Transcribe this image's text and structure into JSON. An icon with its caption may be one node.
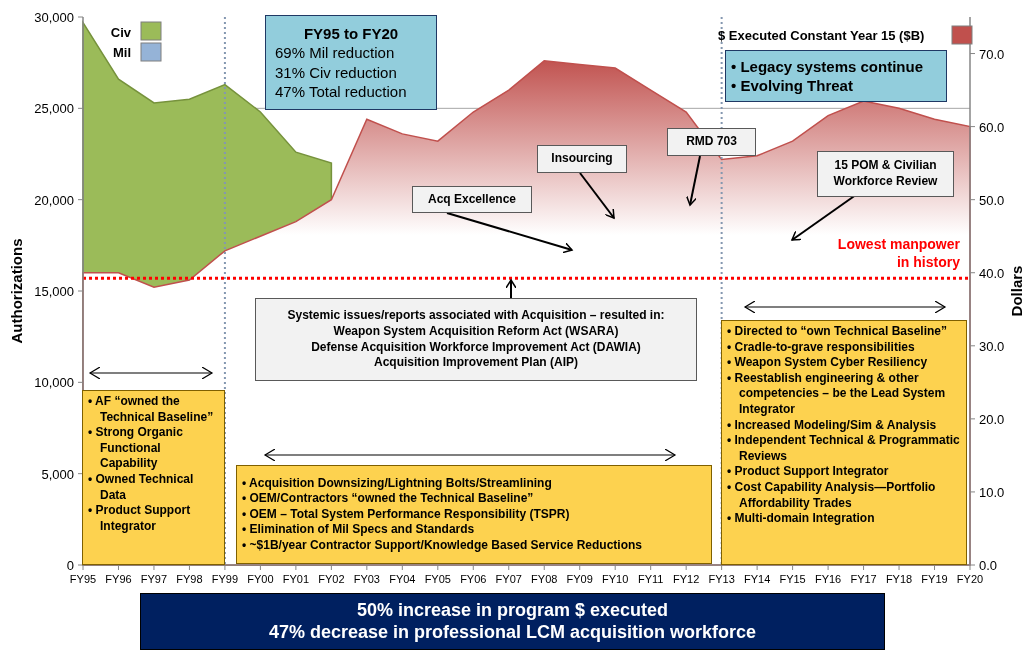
{
  "diagram": {
    "nodes": [
      {
        "text": [
          "FY95 to FY20",
          "69% Mil reduction",
          "31% Civ reduction",
          "47% Total reduction"
        ]
      },
      {
        "text": [
          "• Legacy systems continue",
          "• Evolving Threat"
        ]
      },
      {
        "text": [
          "Acq Excellence"
        ]
      },
      {
        "text": [
          "Insourcing"
        ]
      },
      {
        "text": [
          "RMD 703"
        ]
      },
      {
        "text": [
          "15 POM & Civilian Workforce Review"
        ]
      },
      {
        "text": [
          "Systemic issues/reports associated with Acquisition – resulted in:",
          "Weapon System Acquisition Reform Act (WSARA)",
          "Defense Acquisition Workforce Improvement Act (DAWIA)",
          "Acquisition Improvement Plan (AIP)"
        ]
      },
      {
        "text": [
          "• AF “owned the Technical Baseline”",
          "• Strong Organic Functional Capability",
          "• Owned Technical Data",
          "• Product Support Integrator"
        ]
      },
      {
        "text": [
          "• Acquisition Downsizing/Lightning Bolts/Streamlining",
          "• OEM/Contractors  “owned the Technical Baseline”",
          "• OEM – Total System Performance Responsibility (TSPR)",
          "• Elimination of Mil Specs and Standards",
          "• ~$1B/year Contractor Support/Knowledge Based Service Reductions"
        ]
      },
      {
        "text": [
          "• Directed to “own Technical Baseline”",
          "• Cradle-to-grave responsibilities",
          "• Weapon System Cyber Resiliency",
          "• Reestablish engineering & other competencies – be the Lead System Integrator",
          "• Increased Modeling/Sim & Analysis",
          "• Independent Technical & Programmatic Reviews",
          "• Product Support Integrator",
          "• Cost Capability Analysis—Portfolio Affordability Trades",
          "• Multi-domain Integration"
        ]
      },
      {
        "text": [
          "50% increase in program $ executed",
          "47% decrease in professional LCM acquisition workforce"
        ]
      }
    ],
    "edges": [
      {
        "from": 2,
        "to": null,
        "arrow": "to"
      },
      {
        "from": 3,
        "to": null,
        "arrow": "to"
      },
      {
        "from": 4,
        "to": null,
        "arrow": "to"
      },
      {
        "from": 5,
        "to": null,
        "arrow": "to"
      },
      {
        "from": 6,
        "to": null,
        "arrow": "to"
      }
    ],
    "legend": [
      {
        "text": "Mil",
        "color": "#95b3d7"
      }
    ],
    "chart_data": {
      "type": "area",
      "ylabel": "Authorizations",
      "categories": [
        "FY95",
        "FY96",
        "FY97",
        "FY98",
        "FY99",
        "FY00",
        "FY01",
        "FY02",
        "FY03",
        "FY04",
        "FY05",
        "FY06",
        "FY07",
        "FY08",
        "FY09",
        "FY10",
        "FY11",
        "FY12",
        "FY13",
        "FY14",
        "FY15",
        "FY16",
        "FY17",
        "FY18",
        "FY19",
        "FY20"
      ],
      "series": [
        {
          "name": "Civ",
          "color": "#9bbb59",
          "values": [
            29700,
            26600,
            25300,
            25500,
            26300,
            24800,
            22600,
            22000,
            null,
            null,
            null,
            null,
            null,
            null,
            null,
            null,
            null,
            null,
            null,
            null,
            null,
            null,
            null,
            null,
            null,
            null
          ]
        },
        {
          "name": "$ Executed Constant Year 15 ($B)",
          "color": "#c0504d",
          "axis": "y2",
          "values": [
            40,
            40,
            38,
            39,
            43,
            45,
            47,
            50,
            61,
            59,
            58,
            62,
            65,
            69,
            68.5,
            68,
            65,
            62,
            55.5,
            56,
            58,
            61.5,
            63.5,
            62.5,
            61,
            60
          ]
        }
      ],
      "ylim": [
        0,
        30000
      ],
      "yticks": [
        {
          "value": 0,
          "label": "0"
        },
        {
          "value": 5000,
          "label": "5,000"
        },
        {
          "value": 10000,
          "label": "10,000"
        },
        {
          "value": 15000,
          "label": "15,000"
        },
        {
          "value": 20000,
          "label": "20,000"
        },
        {
          "value": 25000,
          "label": "25,000"
        },
        {
          "value": 30000,
          "label": "30,000"
        }
      ],
      "y2label": "Dollars",
      "y2lim": [
        0,
        75
      ],
      "y2ticks": [
        {
          "value": 0,
          "label": "0.0"
        },
        {
          "value": 10,
          "label": "10.0"
        },
        {
          "value": 20,
          "label": "20.0"
        },
        {
          "value": 30,
          "label": "30.0"
        },
        {
          "value": 40,
          "label": "40.0"
        },
        {
          "value": 50,
          "label": "50.0"
        },
        {
          "value": 60,
          "label": "60.0"
        },
        {
          "value": 70,
          "label": "70.0"
        }
      ],
      "ref_lines": [
        {
          "axis": "y",
          "value": 25000,
          "color": "#a6a6a6"
        },
        {
          "axis": "y",
          "value": 15700,
          "color": "#ff0000",
          "label": "Lowest manpower in history"
        }
      ],
      "legend": "top"
    }
  }
}
